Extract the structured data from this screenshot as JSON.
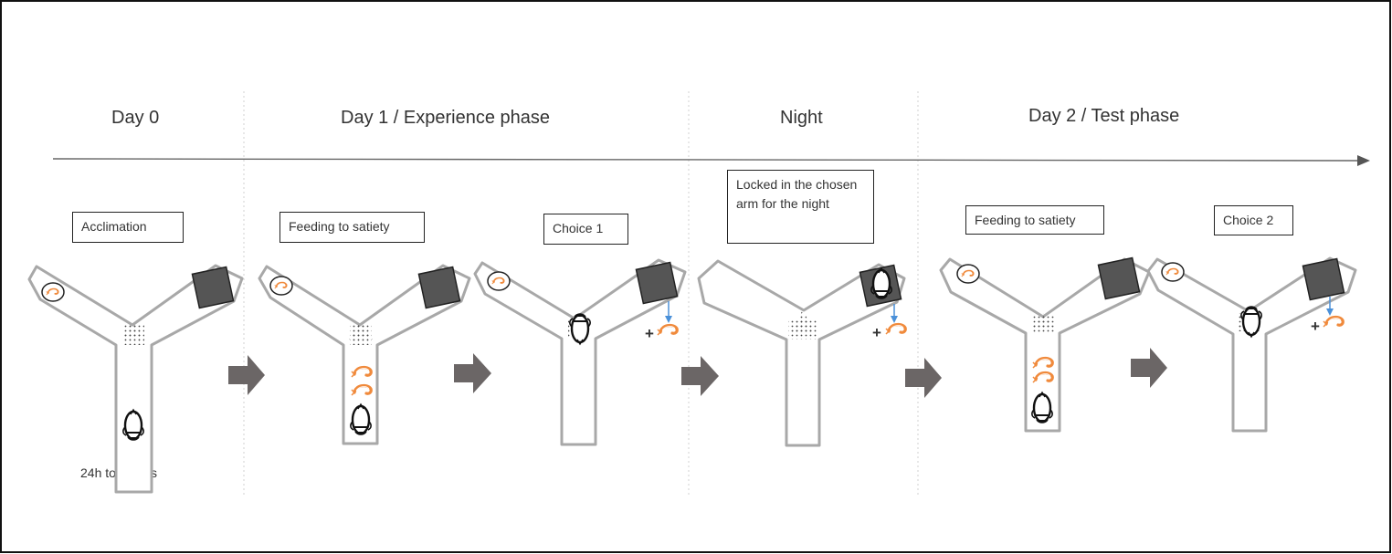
{
  "phases": [
    "Day 0",
    "Day 1 / Experience phase",
    "Night",
    "Day 2 / Test phase"
  ],
  "steps": [
    "Acclimation",
    "Feeding to satiety",
    "Choice 1",
    "Locked in the chosen arm for the night",
    "Feeding to satiety",
    "Choice 2"
  ],
  "acclimation_duration": "24h to 3 days",
  "plus_sign": "+",
  "colors": {
    "maze_outline": "#a8a8a8",
    "shelter": "#555555",
    "shrimp": "#f08a3c",
    "arrow_block": "#6b6666",
    "reward_arrow": "#4a90d9",
    "timeline": "#666666"
  }
}
